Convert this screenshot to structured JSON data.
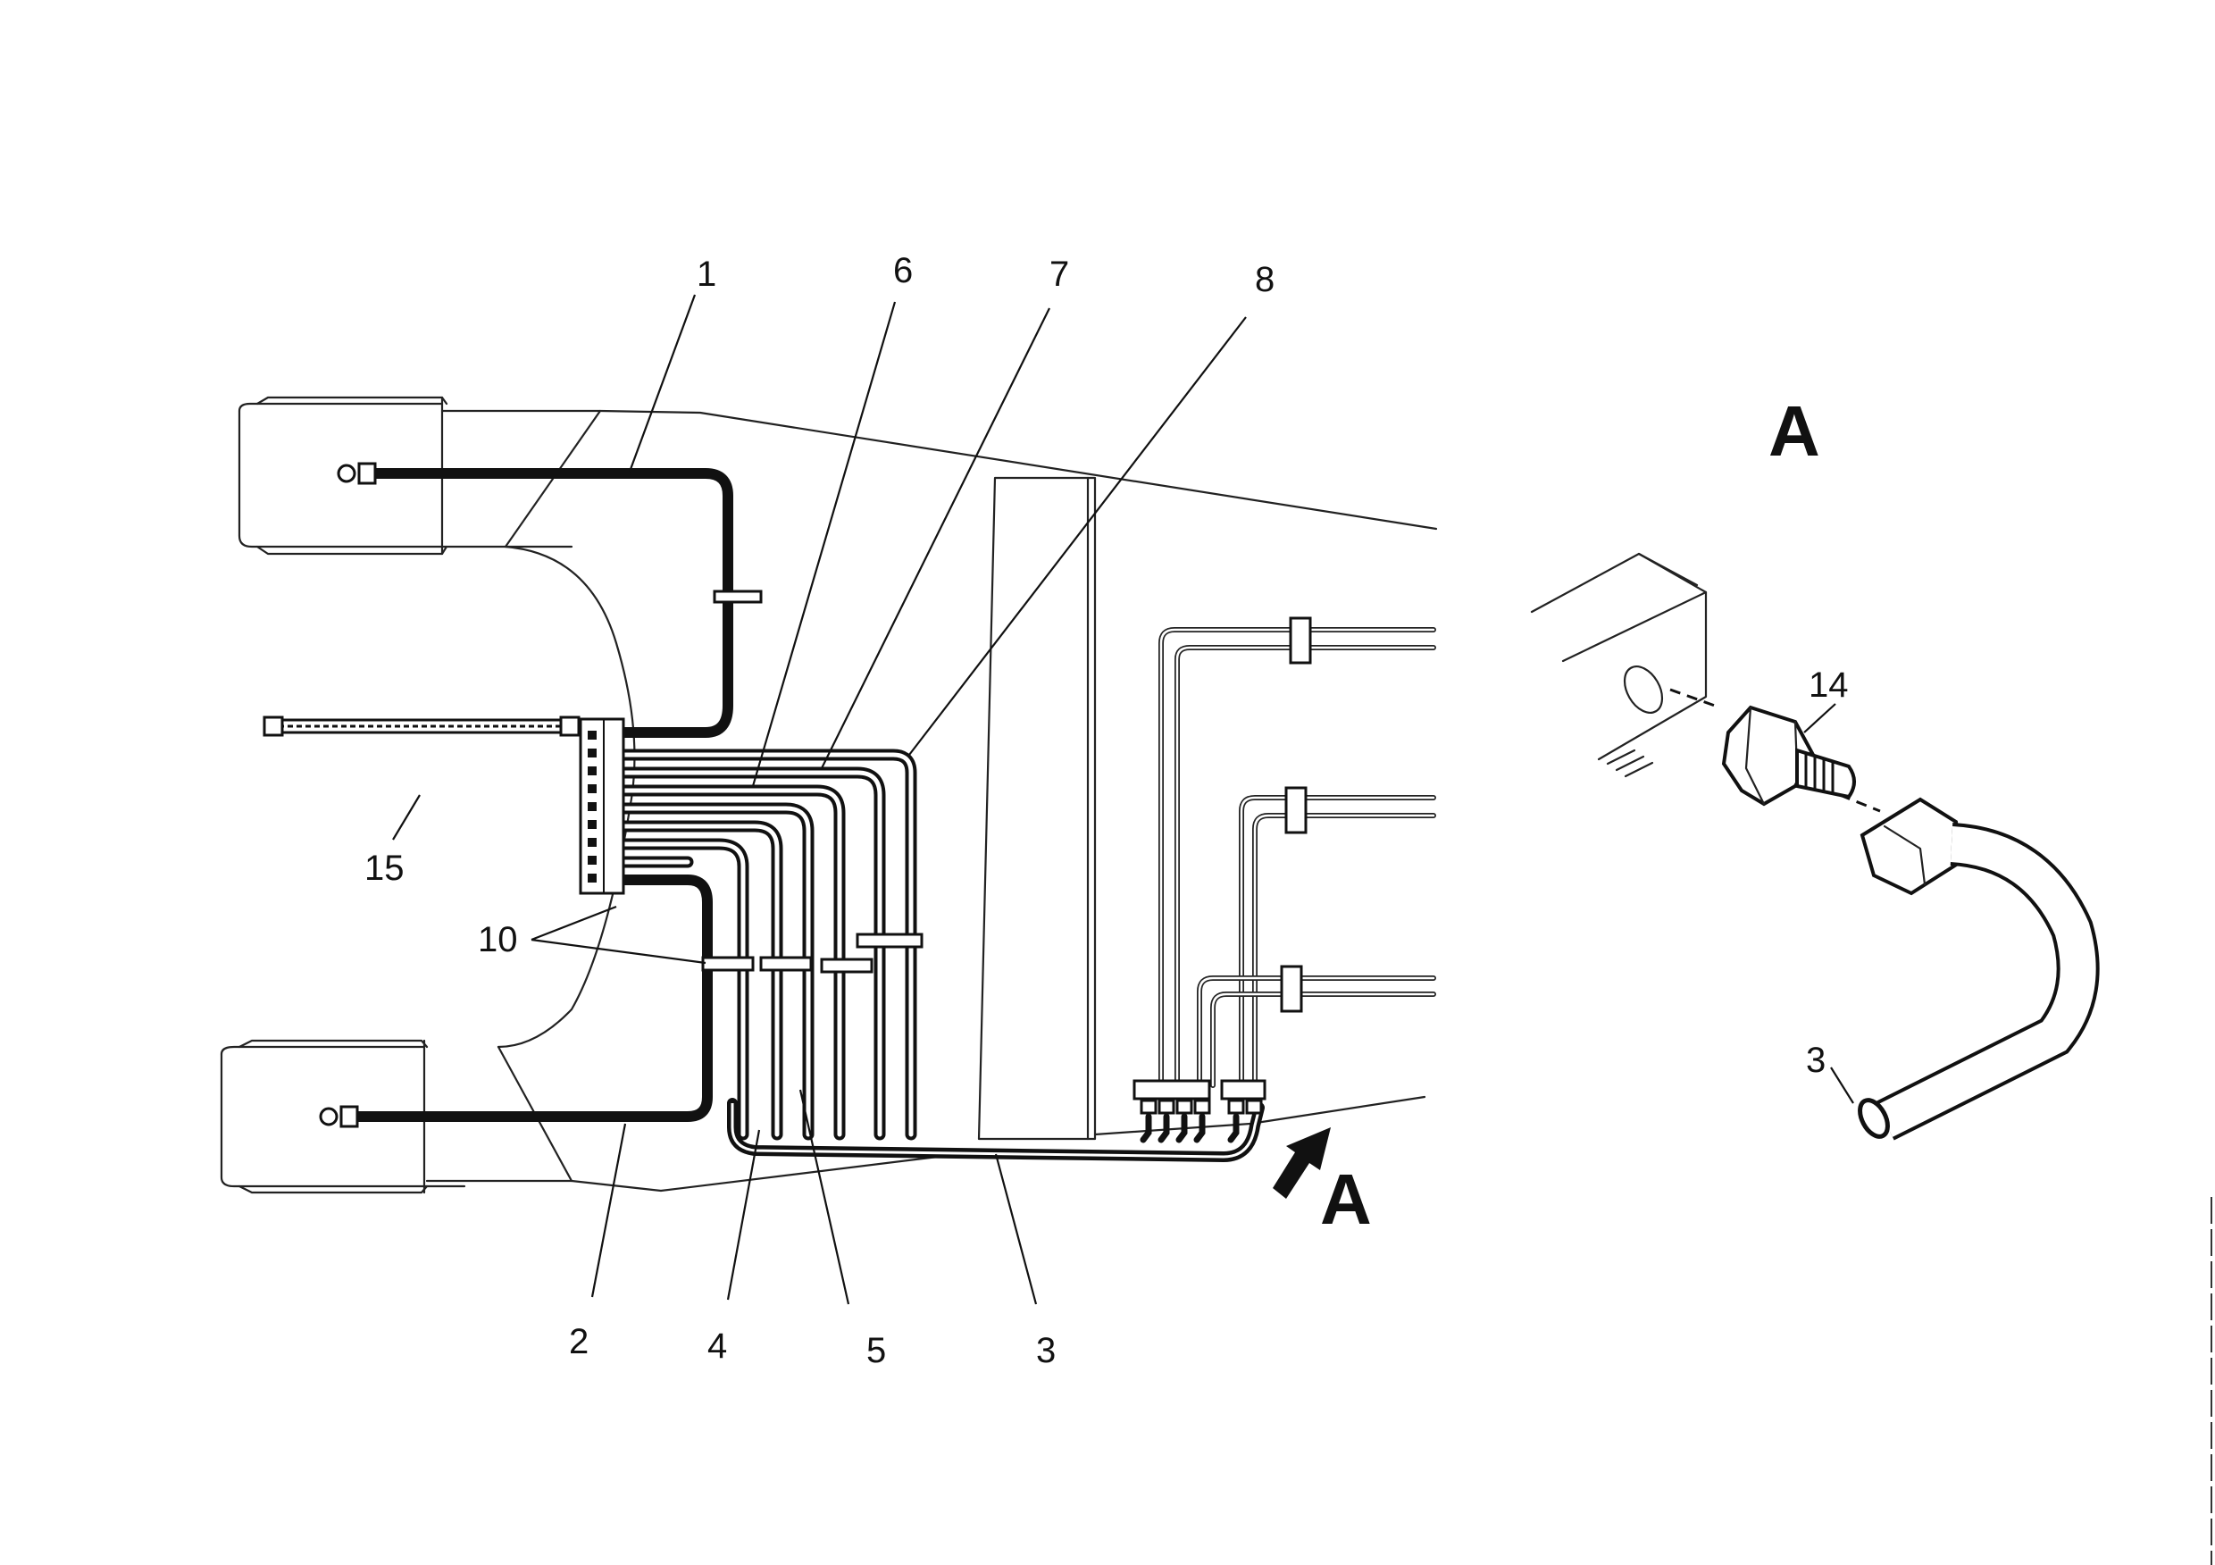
{
  "diagram": {
    "labels": {
      "l1": "1",
      "l2": "2",
      "l3a": "3",
      "l3b": "3",
      "l4": "4",
      "l5": "5",
      "l6": "6",
      "l7": "7",
      "l8": "8",
      "l10": "10",
      "l14": "14",
      "l15": "15"
    },
    "view_marker": "A",
    "detail_title": "A"
  }
}
